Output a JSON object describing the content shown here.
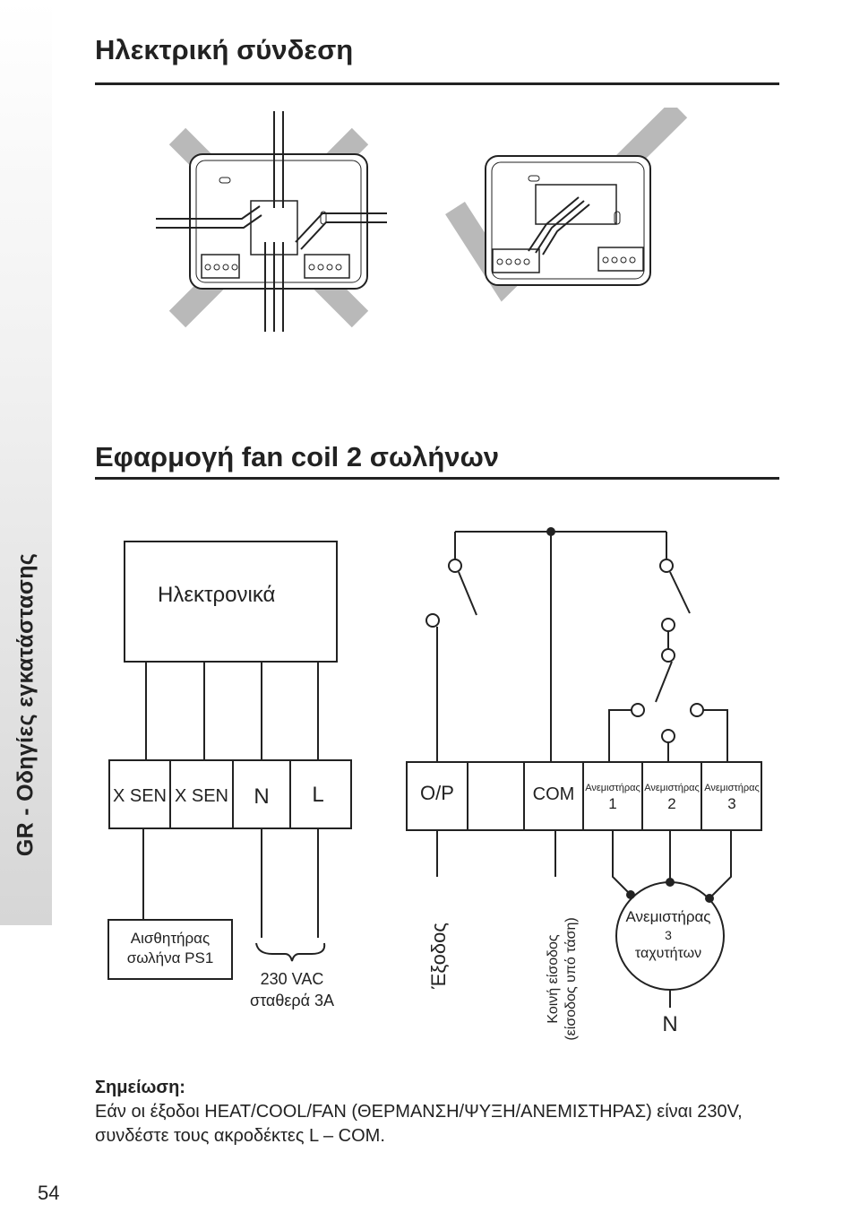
{
  "side_tab": {
    "label": "GR - Οδηγίες εγκατάστασης"
  },
  "section1": {
    "title": "Ηλεκτρική σύνδεση"
  },
  "section2": {
    "title": "Εφαρμογή fan coil 2 σωλήνων"
  },
  "wiring": {
    "electronics_label": "Ηλεκτρονικά",
    "left_terminals": [
      "X SEN",
      "X SEN",
      "N",
      "L"
    ],
    "right_terminals": [
      "O/P",
      "",
      "COM"
    ],
    "fan_terminals": [
      {
        "name": "Ανεμιστήρας",
        "number": "1"
      },
      {
        "name": "Ανεμιστήρας",
        "number": "2"
      },
      {
        "name": "Ανεμιστήρας",
        "number": "3"
      }
    ],
    "sensor_label": [
      "Αισθητήρας",
      "σωλήνα PS1"
    ],
    "supply_label": [
      "230 VAC",
      "σταθερά 3A"
    ],
    "output_label": "Έξοδος",
    "common_input_label": [
      "Κοινή είσοδος",
      "(είσοδος υπό τάση)"
    ],
    "fan_motor_label": [
      "Ανεμιστήρας",
      "3",
      "ταχυτήτων"
    ],
    "neutral_label": "N"
  },
  "note": {
    "title": "Σημείωση:",
    "text": "Εάν οι έξοδοι HEAT/COOL/FAN (ΘΕΡΜΑΝΣΗ/ΨΥΞΗ/ΑΝΕΜΙΣΤΗΡΑΣ) είναι 230V, συνδέστε τους ακροδέκτες L – COM."
  },
  "page_number": "54",
  "colors": {
    "mark_grey": "#b9b9b9",
    "line": "#222222"
  }
}
